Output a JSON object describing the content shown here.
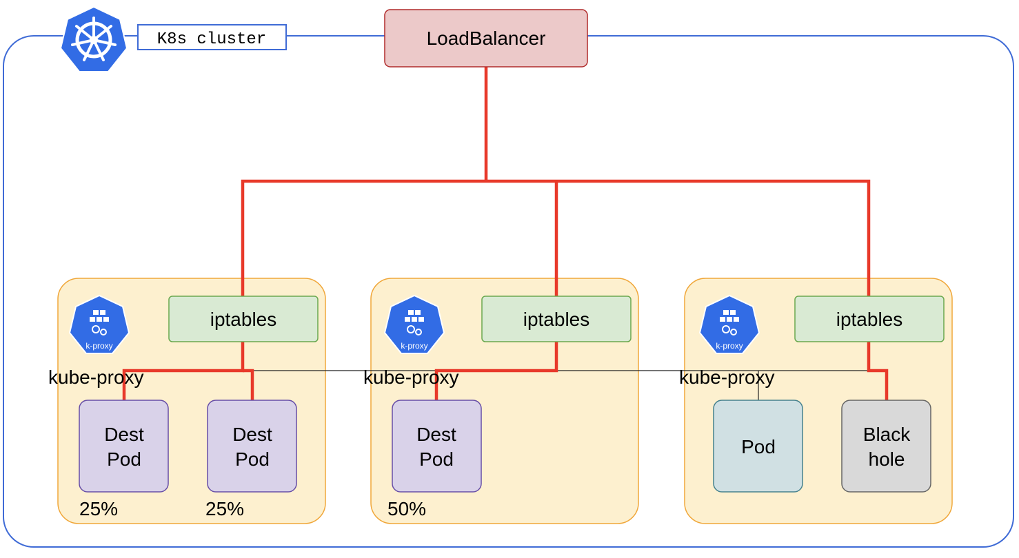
{
  "cluster": {
    "label": "K8s cluster",
    "colors": {
      "border": "#3f6bd6"
    }
  },
  "load_balancer": {
    "label": "LoadBalancer",
    "colors": {
      "fill": "#ecc9c9",
      "stroke": "#b02a2a"
    }
  },
  "nodes": [
    {
      "iptables_label": "iptables",
      "kube_proxy_label": "kube-proxy",
      "icon": "kube-proxy-icon",
      "icon_text": "k-proxy",
      "pods": [
        {
          "line1": "Dest",
          "line2": "Pod",
          "percent": "25%",
          "kind": "dest"
        },
        {
          "line1": "Dest",
          "line2": "Pod",
          "percent": "25%",
          "kind": "dest"
        }
      ]
    },
    {
      "iptables_label": "iptables",
      "kube_proxy_label": "kube-proxy",
      "icon": "kube-proxy-icon",
      "icon_text": "k-proxy",
      "pods": [
        {
          "line1": "Dest",
          "line2": "Pod",
          "percent": "50%",
          "kind": "dest"
        }
      ]
    },
    {
      "iptables_label": "iptables",
      "kube_proxy_label": "kube-proxy",
      "icon": "kube-proxy-icon",
      "icon_text": "k-proxy",
      "pods": [
        {
          "line1": "Pod",
          "line2": "",
          "percent": "",
          "kind": "pod"
        },
        {
          "line1": "Black",
          "line2": "hole",
          "percent": "",
          "kind": "blackhole"
        }
      ]
    }
  ],
  "colors": {
    "node_fill": "#fdf0cf",
    "node_stroke": "#f0a73a",
    "iptables_fill": "#d9ead3",
    "iptables_stroke": "#6aa84f",
    "dest_pod_fill": "#d9d2e9",
    "dest_pod_stroke": "#674ea7",
    "pod_fill": "#d0e0e3",
    "pod_stroke": "#45818e",
    "blackhole_fill": "#d9d9d9",
    "blackhole_stroke": "#666666",
    "traffic_line": "#e8392a",
    "k8s_blue": "#326ce5"
  },
  "icons": {
    "cluster_logo": "kubernetes-helm-icon"
  }
}
